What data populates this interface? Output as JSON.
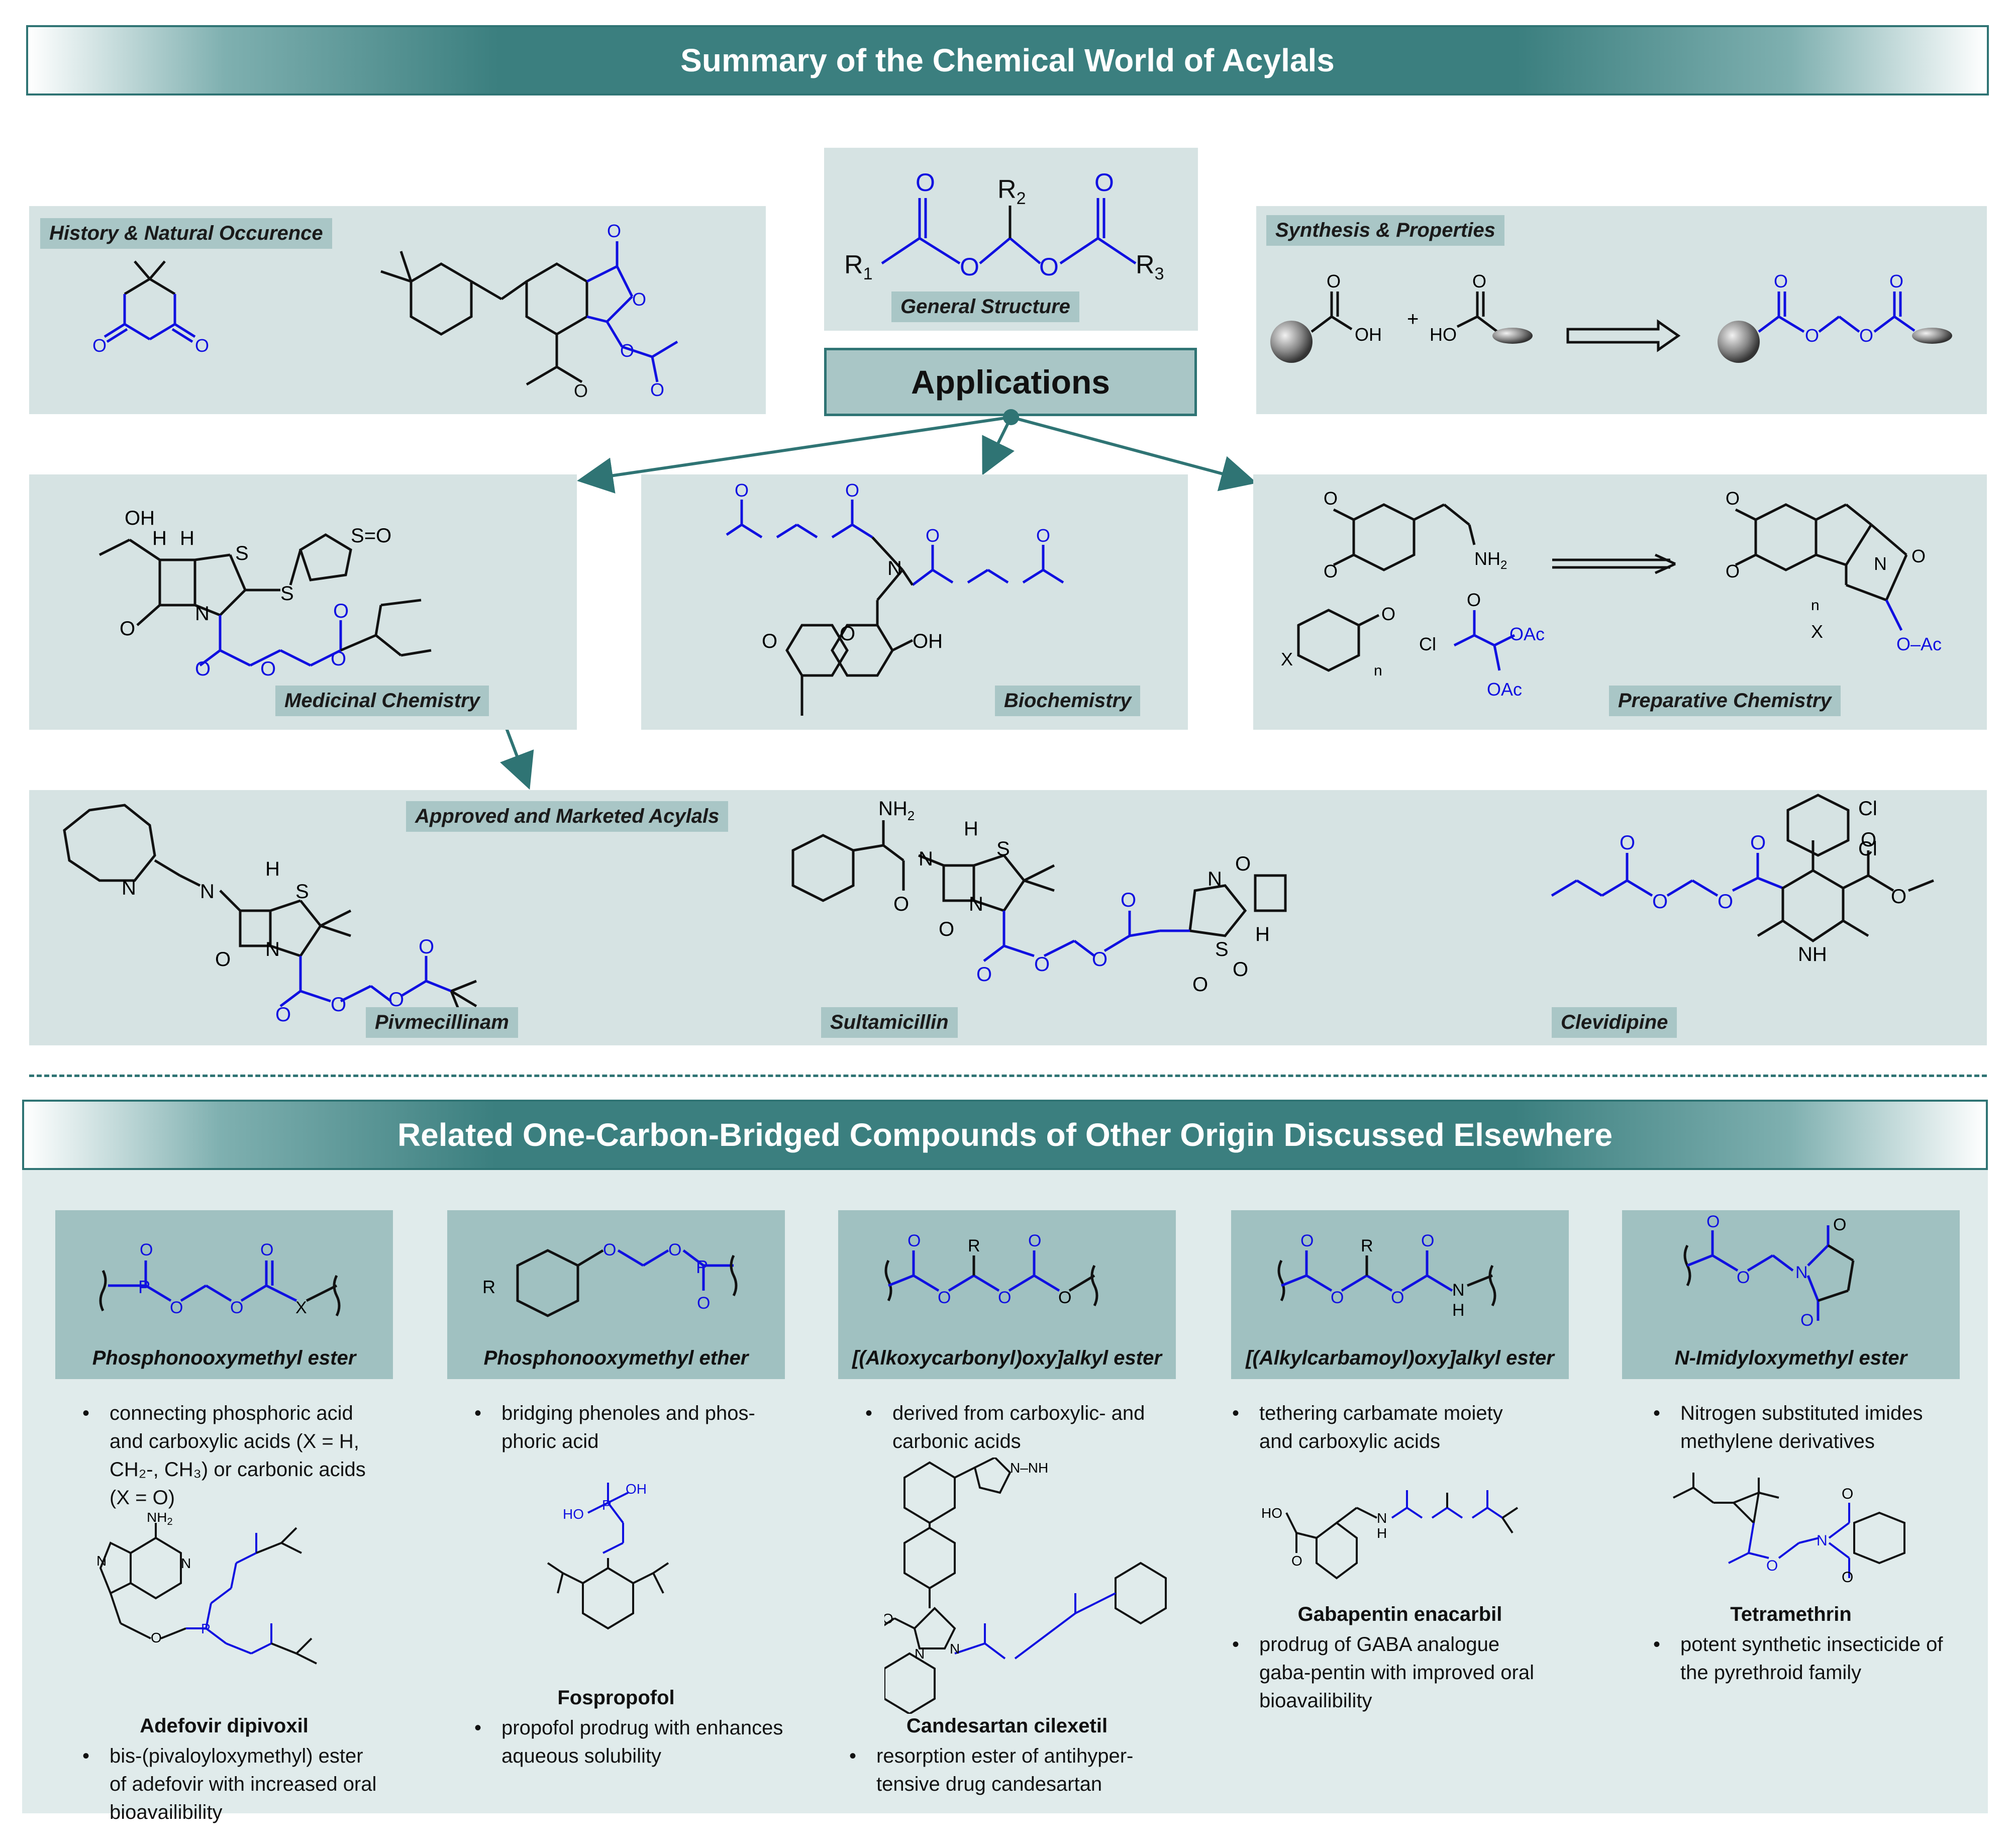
{
  "title": "Summary of the Chemical World of Acylals",
  "general_structure": {
    "label": "General Structure",
    "r1": "R",
    "r1_sub": "1",
    "r2": "R",
    "r2_sub": "2",
    "r3": "R",
    "r3_sub": "3",
    "o": "O"
  },
  "applications": "Applications",
  "history": {
    "label": "History & Natural Occurence"
  },
  "synthesis": {
    "label": "Synthesis & Properties",
    "oh": "OH",
    "plus": "+",
    "ho": "HO",
    "o": "O"
  },
  "medicinal": {
    "label": "Medicinal Chemistry",
    "oh": "OH",
    "h": "H",
    "s": "S",
    "so": "S",
    "so_o": "=O",
    "n": "N",
    "o": "O"
  },
  "biochemistry": {
    "label": "Biochemistry",
    "n": "N",
    "oh": "OH",
    "o": "O"
  },
  "preparative": {
    "label": "Preparative Chemistry",
    "nh2": "NH",
    "nh2_sub": "2",
    "o": "O",
    "x": "X",
    "n": "n",
    "cl": "Cl",
    "oac": "OAc",
    "oac2": "O–Ac",
    "nn": "N"
  },
  "approved": {
    "label": "Approved and Marketed Acylals",
    "drugs": [
      "Pivmecillinam",
      "Sultamicillin",
      "Clevidipine"
    ],
    "nh2": "NH",
    "nh2_sub": "2",
    "cl": "Cl",
    "nh": "NH",
    "h": "H",
    "s": "S",
    "n": "N",
    "o": "O"
  },
  "related": {
    "title": "Related One-Carbon-Bridged Compounds of Other Origin Discussed Elsewhere",
    "columns": [
      {
        "label": "Phosphonooxymethyl ester",
        "bullets": [
          "connecting phosphoric acid and carboxylic acids (X = H, CH₂-, CH₃) or carbonic acids (X = O)"
        ],
        "drug": "Adefovir dipivoxil",
        "drug_bullets": [
          "bis-(pivaloyloxymethyl) ester of adefovir with increased oral bioavailibility"
        ]
      },
      {
        "label": "Phosphonooxymethyl ether",
        "bullets": [
          "bridging phenoles and phos-phoric acid"
        ],
        "drug": "Fospropofol",
        "drug_bullets": [
          "propofol prodrug with enhances aqueous solubility"
        ]
      },
      {
        "label": "[(Alkoxycarbonyl)oxy]alkyl ester",
        "bullets": [
          "derived from carboxylic- and carbonic acids"
        ],
        "drug": "Candesartan cilexetil",
        "drug_bullets": [
          "resorption ester of antihyper-tensive drug candesartan"
        ]
      },
      {
        "label": "[(Alkylcarbamoyl)oxy]alkyl ester",
        "bullets": [
          "tethering carbamate moiety and carboxylic acids"
        ],
        "drug": "Gabapentin enacarbil",
        "drug_bullets": [
          "prodrug of GABA analogue gaba-pentin with improved oral bioavailibility"
        ]
      },
      {
        "label": "N-Imidyloxymethyl ester",
        "bullets": [
          "Nitrogen substituted imides methylene derivatives"
        ],
        "drug": "Tetramethrin",
        "drug_bullets": [
          "potent synthetic insecticide of the pyrethroid family"
        ]
      }
    ],
    "atoms": {
      "p": "P",
      "o": "O",
      "x": "X",
      "r": "R",
      "n": "N",
      "h": "H",
      "nh2": "NH",
      "nh2_sub": "2",
      "ho": "HO",
      "oh": "OH",
      "nnh": "N–NH"
    }
  },
  "colors": {
    "accent": "#2f7474",
    "panel": "#d6e3e3",
    "tag": "#a9c6c6",
    "card": "#a0c1c1",
    "acylal": "#1010e0"
  },
  "bullet_glyph": "•"
}
